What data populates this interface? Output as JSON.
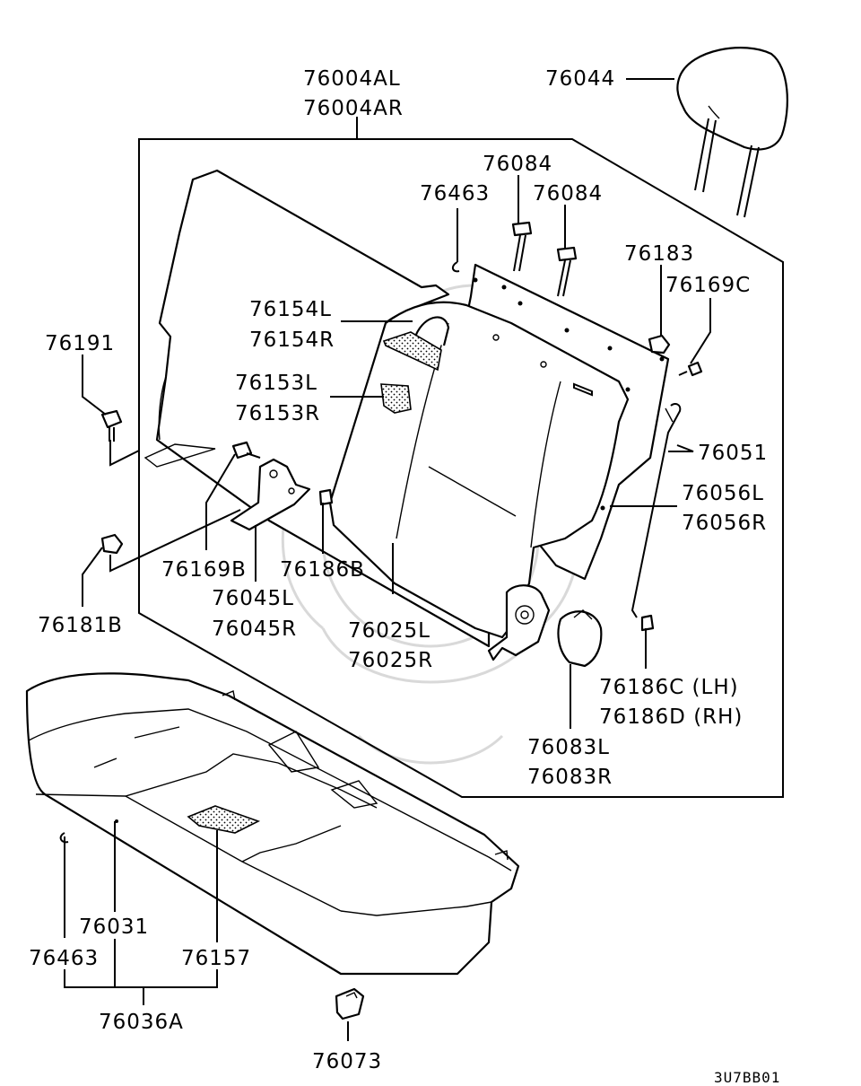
{
  "diagram_code": "3U7BB01",
  "parts": {
    "p76004AL": "76004AL",
    "p76004AR": "76004AR",
    "p76044": "76044",
    "p76084a": "76084",
    "p76463a": "76463",
    "p76084b": "76084",
    "p76183": "76183",
    "p76169C": "76169C",
    "p76154L": "76154L",
    "p76154R": "76154R",
    "p76191": "76191",
    "p76153L": "76153L",
    "p76153R": "76153R",
    "p76051": "76051",
    "p76056L": "76056L",
    "p76056R": "76056R",
    "p76169B": "76169B",
    "p76186B": "76186B",
    "p76045L": "76045L",
    "p76045R": "76045R",
    "p76181B": "76181B",
    "p76025L": "76025L",
    "p76025R": "76025R",
    "p76186C": "76186C (LH)",
    "p76186D": "76186D (RH)",
    "p76083L": "76083L",
    "p76083R": "76083R",
    "p76031": "76031",
    "p76463b": "76463",
    "p76157": "76157",
    "p76036A": "76036A",
    "p76073": "76073"
  }
}
